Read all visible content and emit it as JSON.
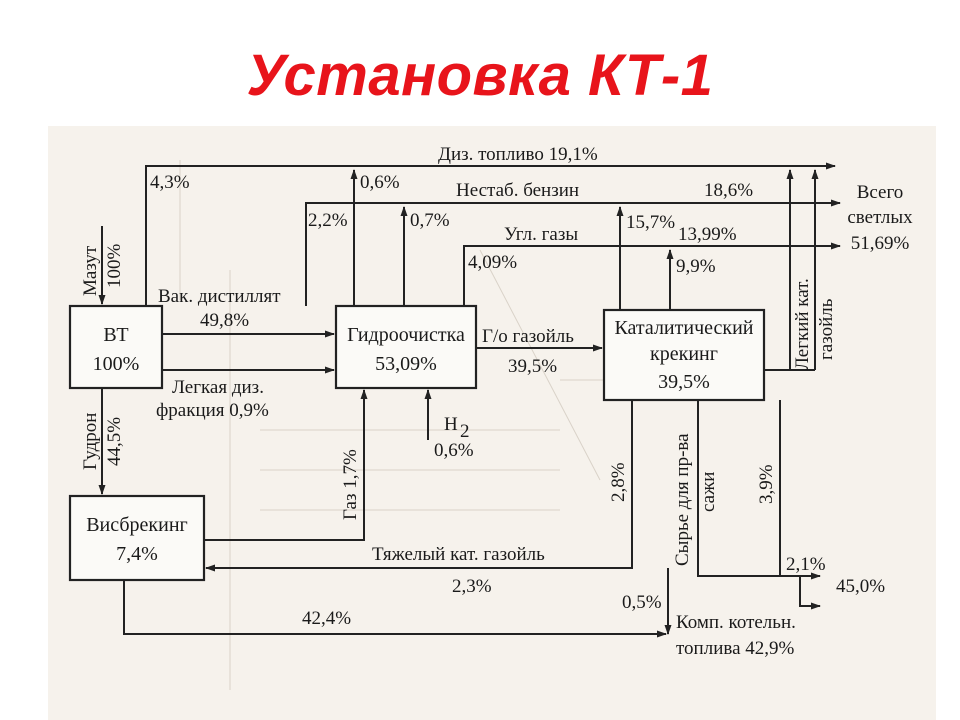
{
  "title": "Установка КТ-1",
  "nodes": {
    "vt": {
      "name": "ВТ",
      "value": "100%"
    },
    "hydro": {
      "name": "Гидроочистка",
      "value": "53,09%"
    },
    "cat": {
      "name1": "Каталитический",
      "name2": "крекинг",
      "value": "39,5%"
    },
    "visb": {
      "name": "Висбрекинг",
      "value": "7,4%"
    },
    "boiler": {
      "name1": "Комп. котельн.",
      "name2": "топлива 42,9%"
    },
    "light": {
      "name1": "Всего",
      "name2": "светлых",
      "value": "51,69%"
    }
  },
  "labels": {
    "diesel": "Диз. топливо 19,1%",
    "p43": "4,3%",
    "p06a": "0,6%",
    "unstab": "Нестаб. бензин",
    "p22": "2,2%",
    "p07": "0,7%",
    "p186": "18,6%",
    "p157": "15,7%",
    "hcgas": "Угл. газы",
    "p1399": "13,99%",
    "p409": "4,09%",
    "p99": "9,9%",
    "mazut1": "Мазут",
    "mazut2": "100%",
    "vacdist": "Вак. дистиллят",
    "p498": "49,8%",
    "gogas": "Г/о газойль",
    "p395": "39,5%",
    "lightdiz1": "Легкая диз.",
    "lightdiz2": "фракция 0,9%",
    "h2": "H",
    "h2sub": "2",
    "p06b": "0,6%",
    "gudron1": "Гудрон",
    "gudron2": "44,5%",
    "gas17": "Газ 1,7%",
    "p28": "2,8%",
    "soot1": "Сырье для пр-ва",
    "soot2": "сажи",
    "p39": "3,9%",
    "lightcat1": "Легкий кат.",
    "lightcat2": "газойль",
    "heavycat": "Тяжелый кат. газойль",
    "p23": "2,3%",
    "p21": "2,1%",
    "p05": "0,5%",
    "p450": "45,0%",
    "p424": "42,4%"
  }
}
